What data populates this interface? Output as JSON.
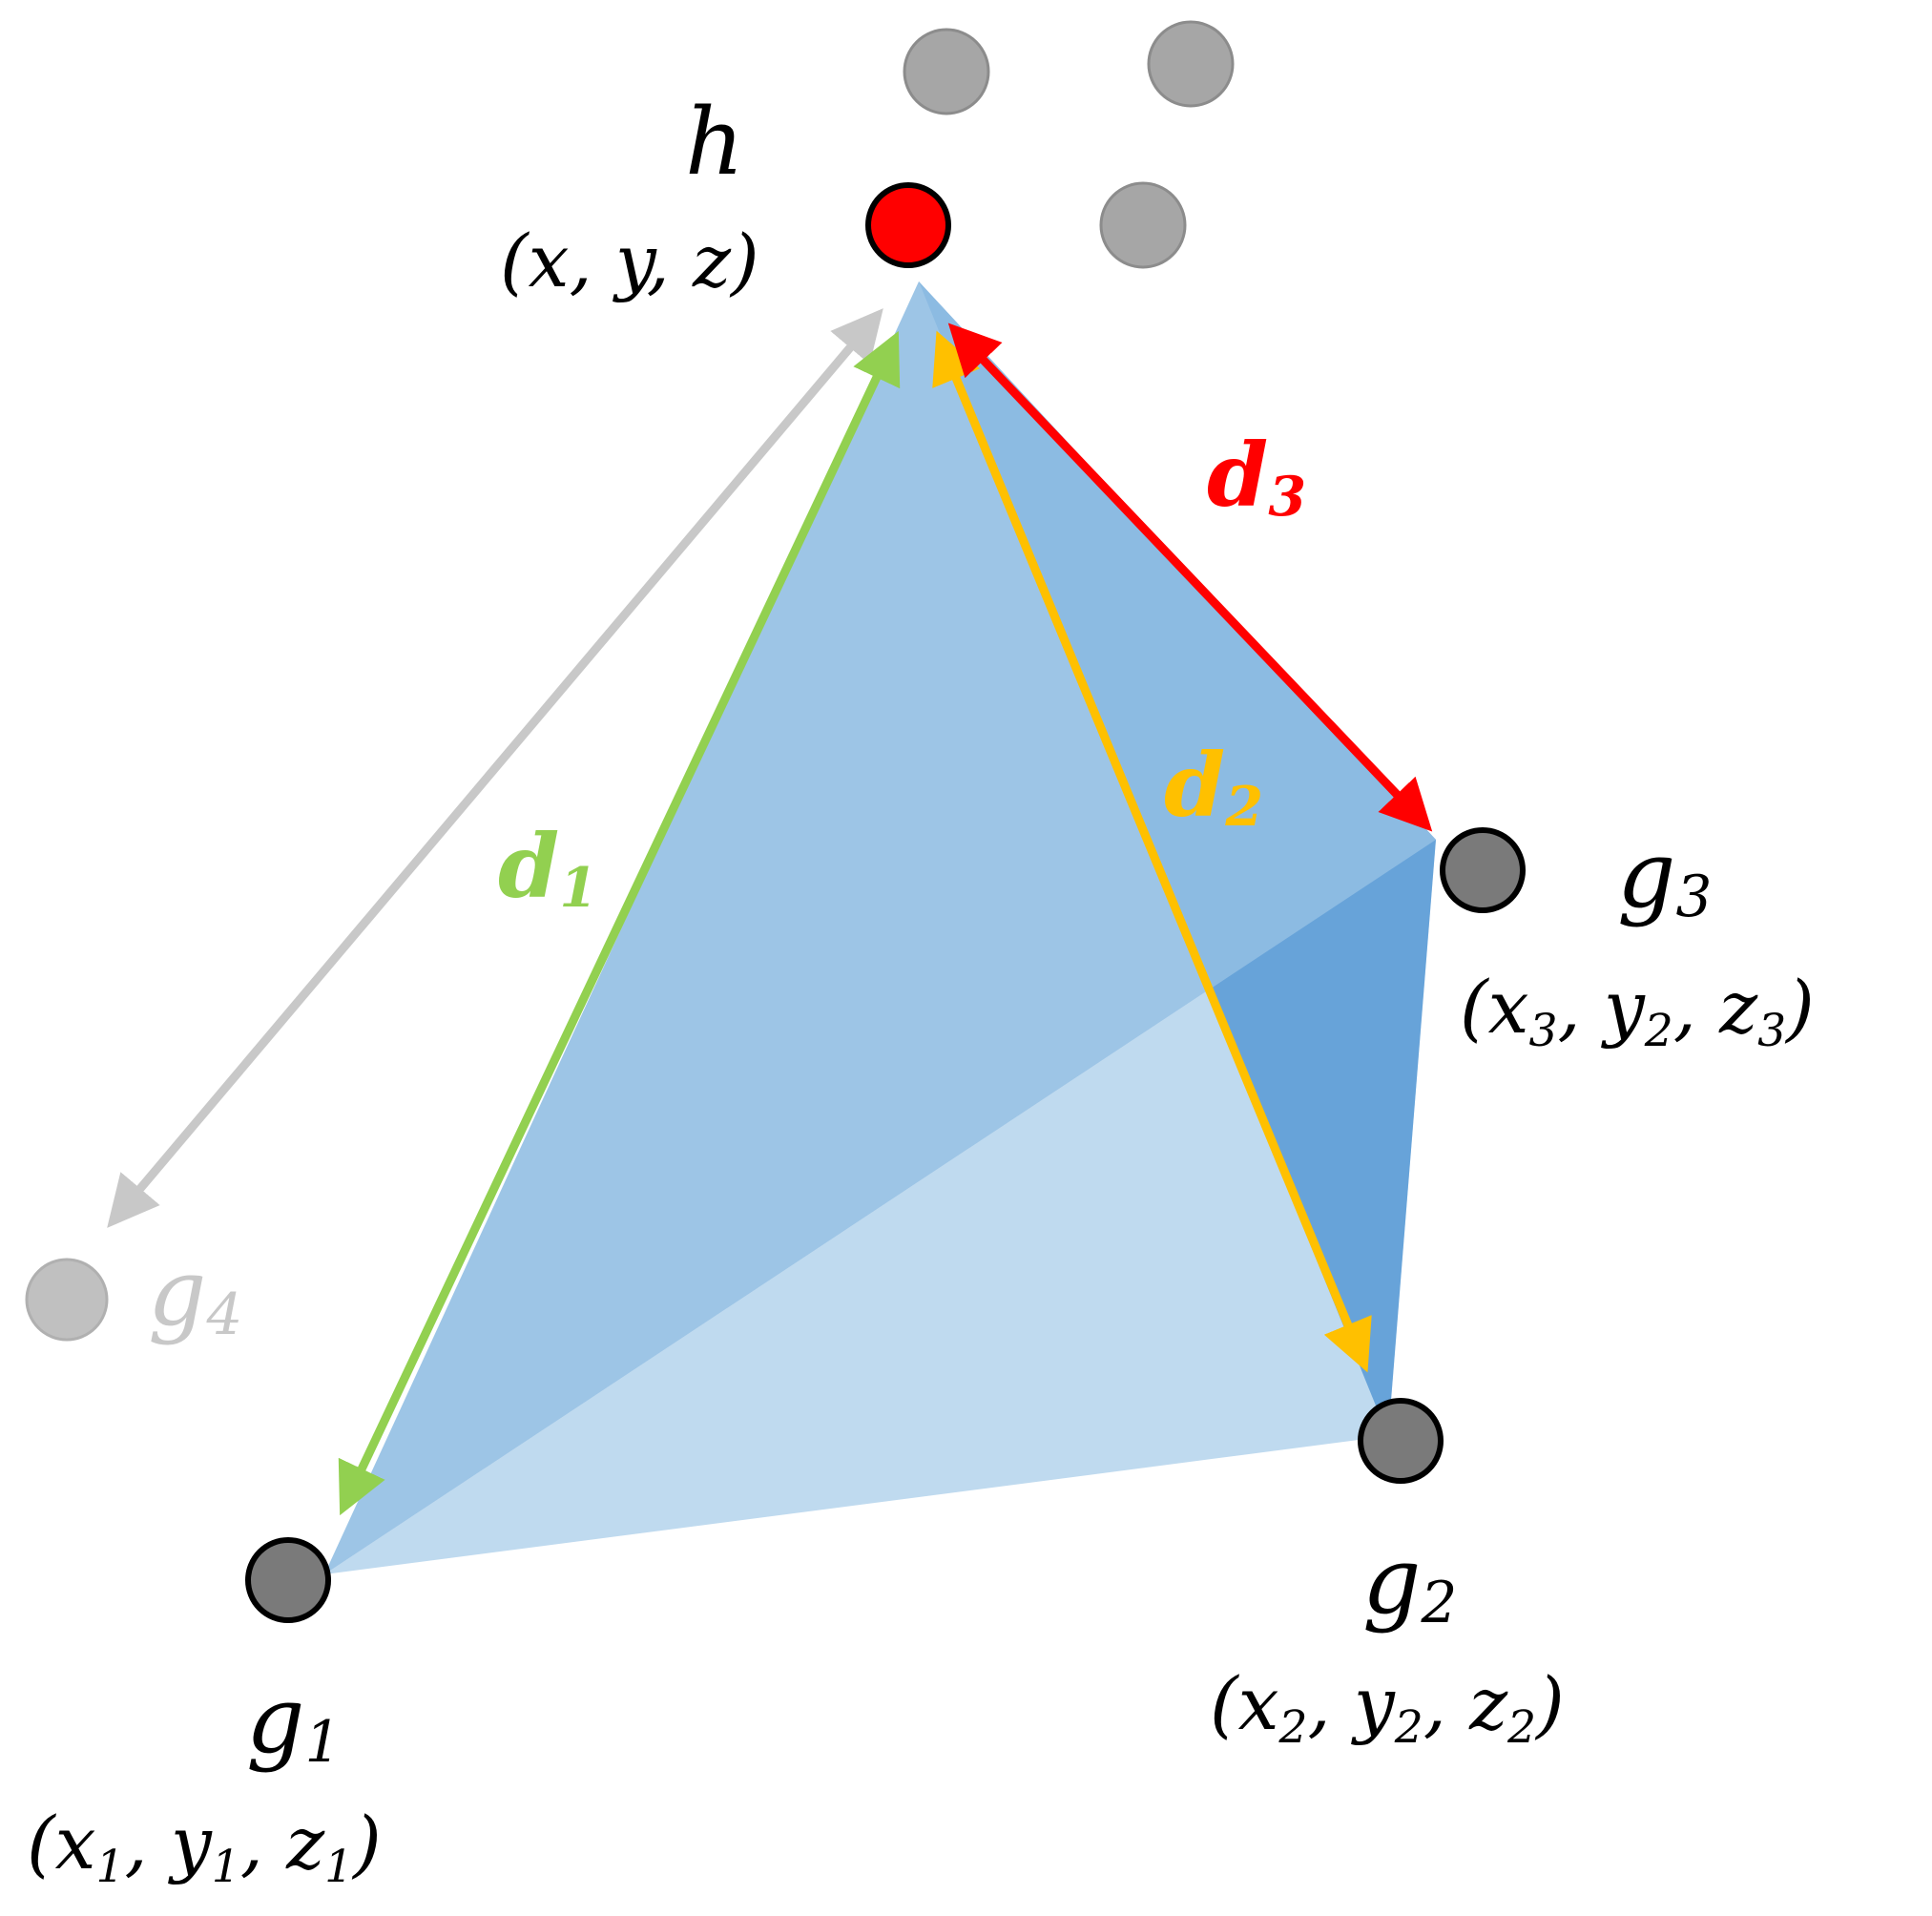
{
  "colors": {
    "face_back": "#4a90d2",
    "face_front": "#8fbde3",
    "face_base": "#bfdaef",
    "target": "#ff0000",
    "anchor": "#7a7a7a",
    "inactive": "#b5b5b5",
    "d1": "#92d050",
    "d2": "#ffc000",
    "d3": "#ff0000"
  },
  "target": {
    "name": "h",
    "coord": "(x, y, z)"
  },
  "anchors": [
    {
      "name": "g",
      "sub": "1",
      "coord_parts": [
        "(x",
        "1",
        ", y",
        "1",
        ", z",
        "1",
        ")"
      ]
    },
    {
      "name": "g",
      "sub": "2",
      "coord_parts": [
        "(x",
        "2",
        ", y",
        "2",
        ", z",
        "2",
        ")"
      ]
    },
    {
      "name": "g",
      "sub": "3",
      "coord_parts": [
        "(x",
        "3",
        ", y",
        "2",
        ", z",
        "3",
        ")"
      ]
    },
    {
      "name": "g",
      "sub": "4"
    }
  ],
  "distances": [
    {
      "name": "d",
      "sub": "1"
    },
    {
      "name": "d",
      "sub": "2"
    },
    {
      "name": "d",
      "sub": "3"
    }
  ]
}
